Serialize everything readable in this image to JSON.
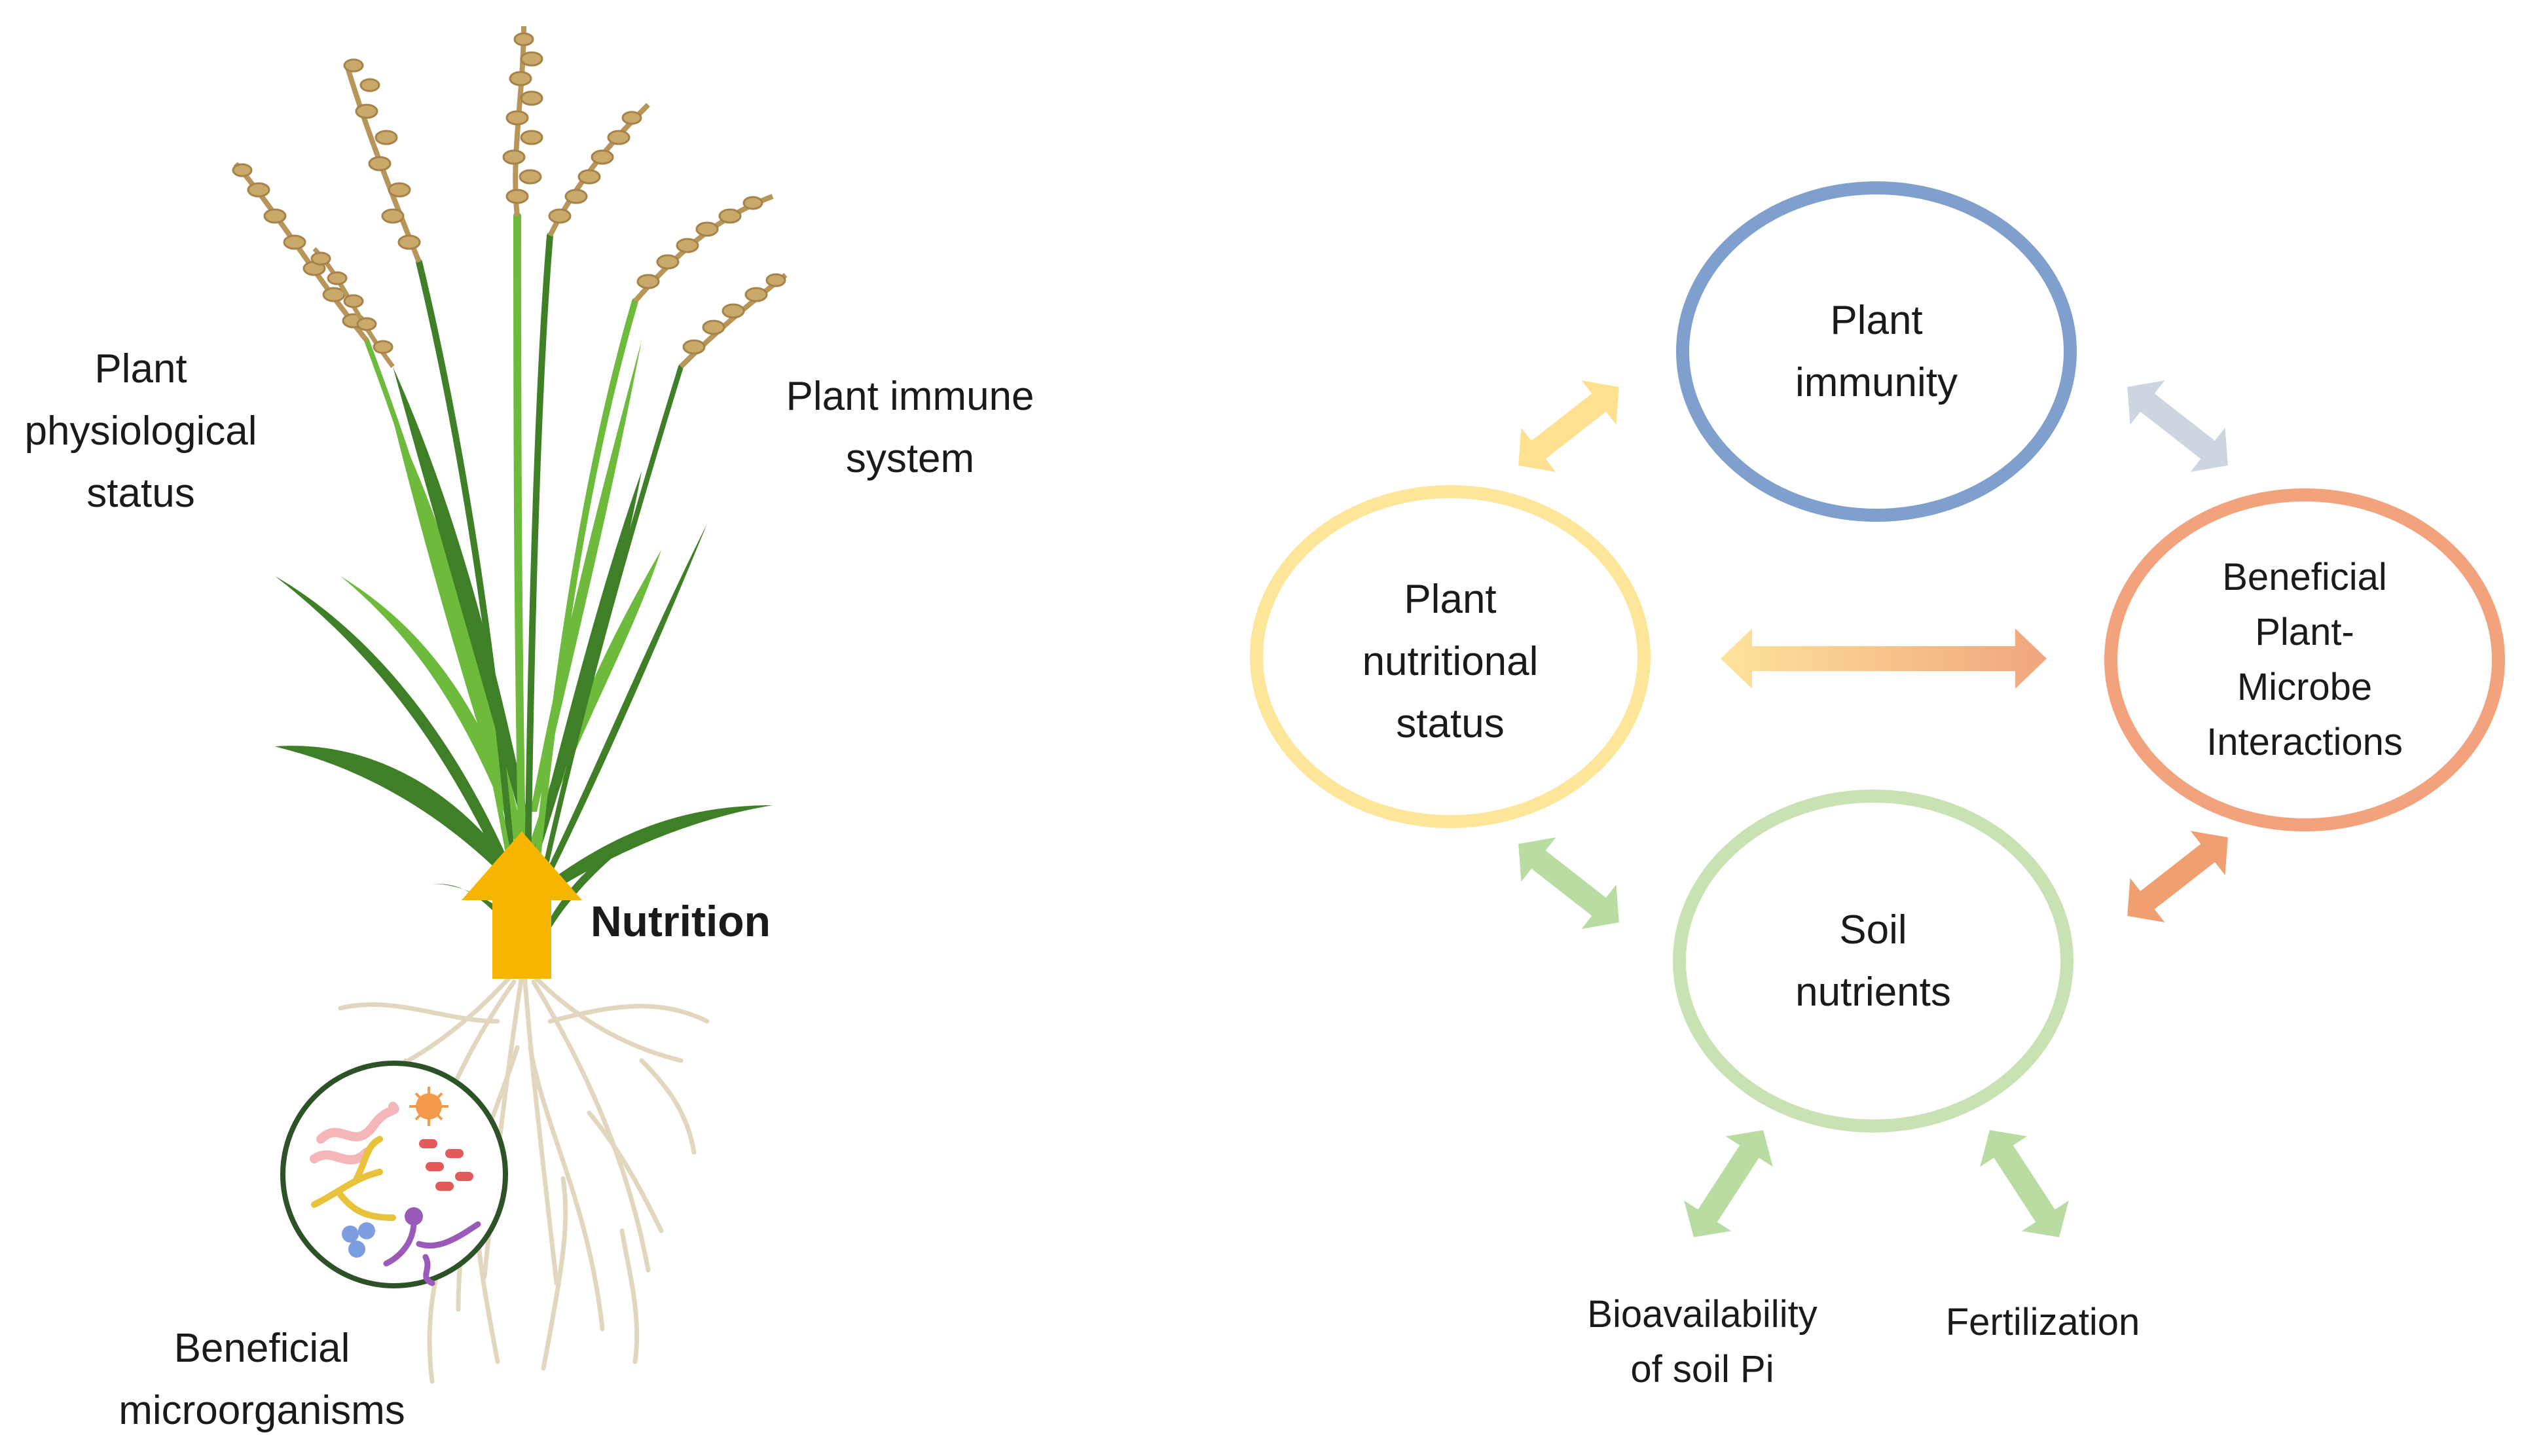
{
  "plant_panel": {
    "labels": {
      "physiological_status": [
        "Plant",
        "physiological",
        "status"
      ],
      "immune_system": [
        "Plant immune",
        "system"
      ],
      "nutrition": "Nutrition",
      "microorganisms": [
        "Beneficial",
        "microorganisms"
      ]
    },
    "colors": {
      "leaf_dark": "#3f7f28",
      "leaf_light": "#6dba3c",
      "grain": "#c9a86a",
      "root": "#e2d6bf",
      "nutrition_arrow": "#f7b500",
      "microbe_circle_border": "#2e5227"
    }
  },
  "cycle_panel": {
    "nodes": {
      "immunity": [
        "Plant",
        "immunity"
      ],
      "nutritional_status": [
        "Plant",
        "nutritional",
        "status"
      ],
      "microbe_interactions": [
        "Beneficial",
        "Plant-",
        "Microbe",
        "Interactions"
      ],
      "soil_nutrients": [
        "Soil",
        "nutrients"
      ]
    },
    "inputs": {
      "bioavailability": [
        "Bioavailability",
        "of soil Pi"
      ],
      "fertilization": "Fertilization"
    },
    "colors": {
      "immunity": "#7f9fcc",
      "nutritional_status": "#fde69a",
      "microbe_interactions": "#f2a27c",
      "soil_nutrients": "#c9e2b4",
      "arrow_yellow": "#fde090",
      "arrow_grey": "#cdd5e0",
      "arrow_green": "#b9dca3",
      "arrow_orange": "#f0a070"
    }
  }
}
